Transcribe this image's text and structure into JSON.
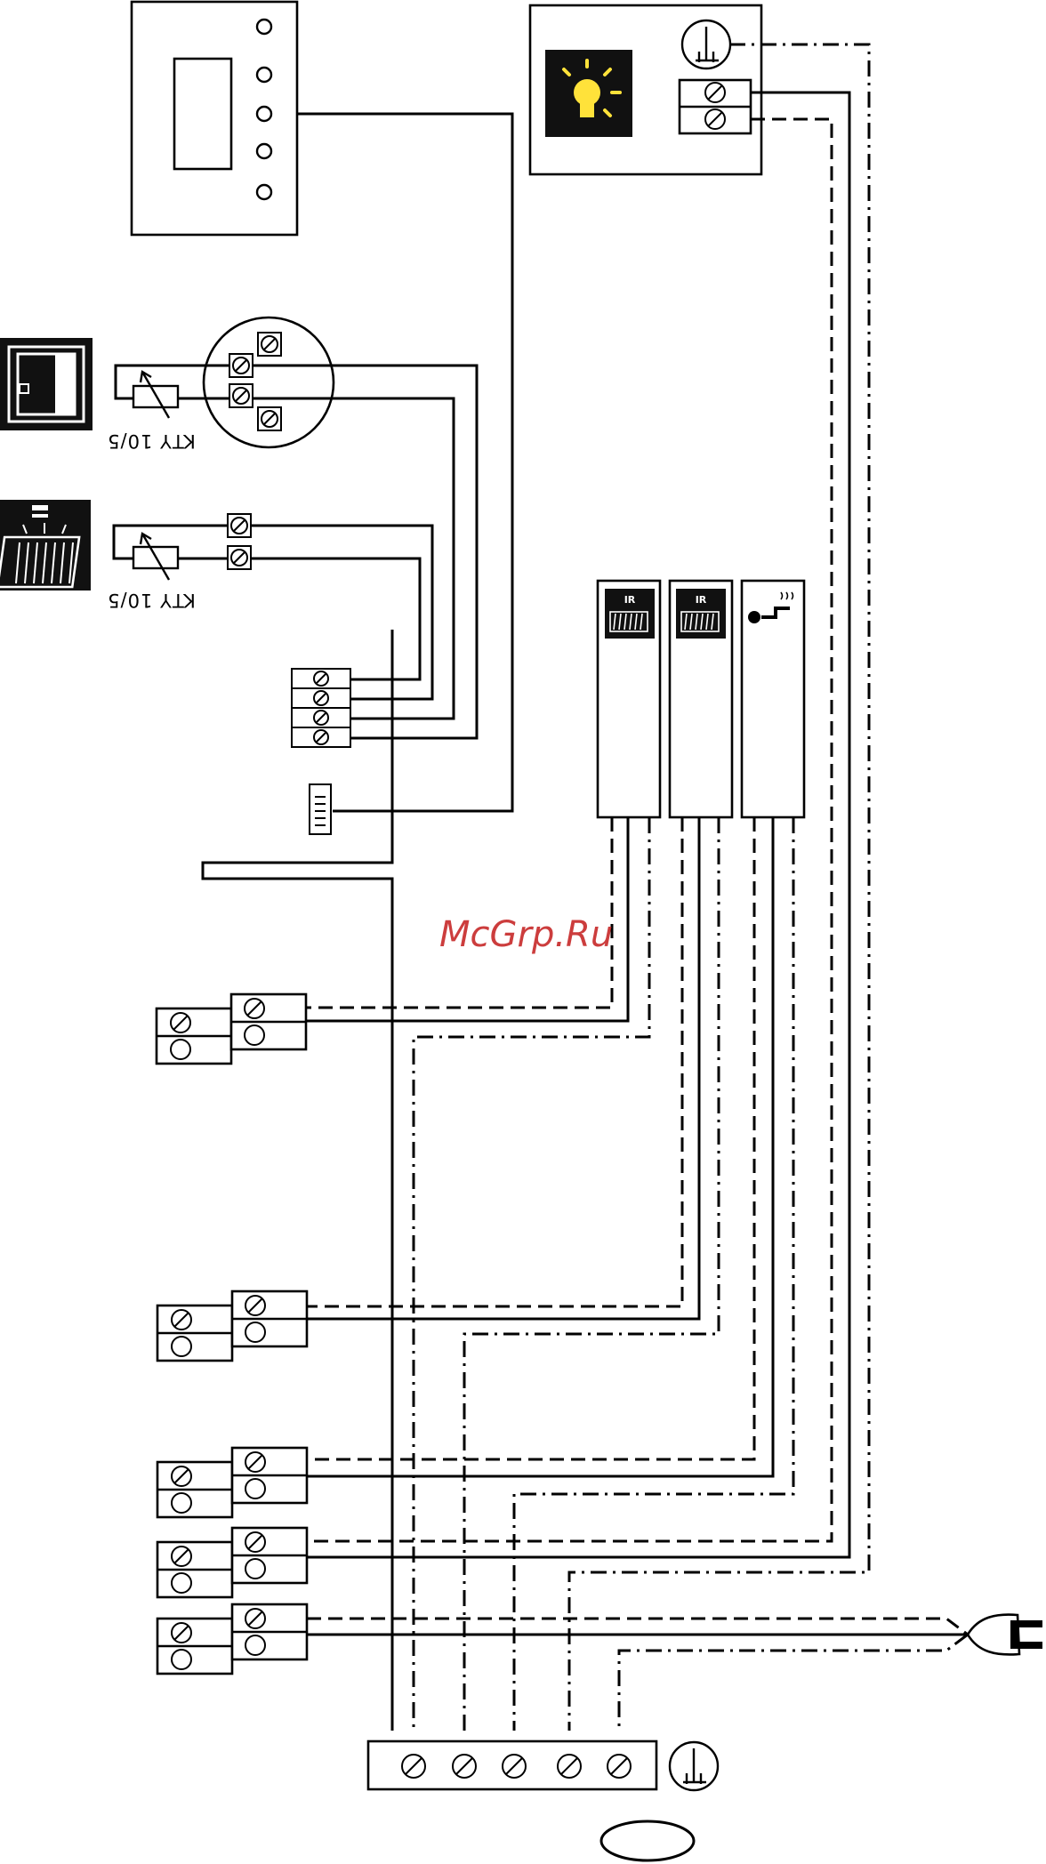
{
  "sensor_labels": {
    "top": "KTY 10/5",
    "bottom": "KTY 10/5"
  },
  "module_labels": {
    "a": "IR",
    "b": "IR"
  },
  "watermark": "McGrp.Ru",
  "colors": {
    "line": "#000000",
    "icon_bg": "#111111",
    "lamp": "#ffe23a",
    "watermark": "#c62828"
  },
  "icons": [
    "sauna-heater-icon",
    "infrared-heater-icon",
    "light-bulb-icon",
    "ground-icon",
    "steam-icon",
    "power-plug-icon"
  ]
}
